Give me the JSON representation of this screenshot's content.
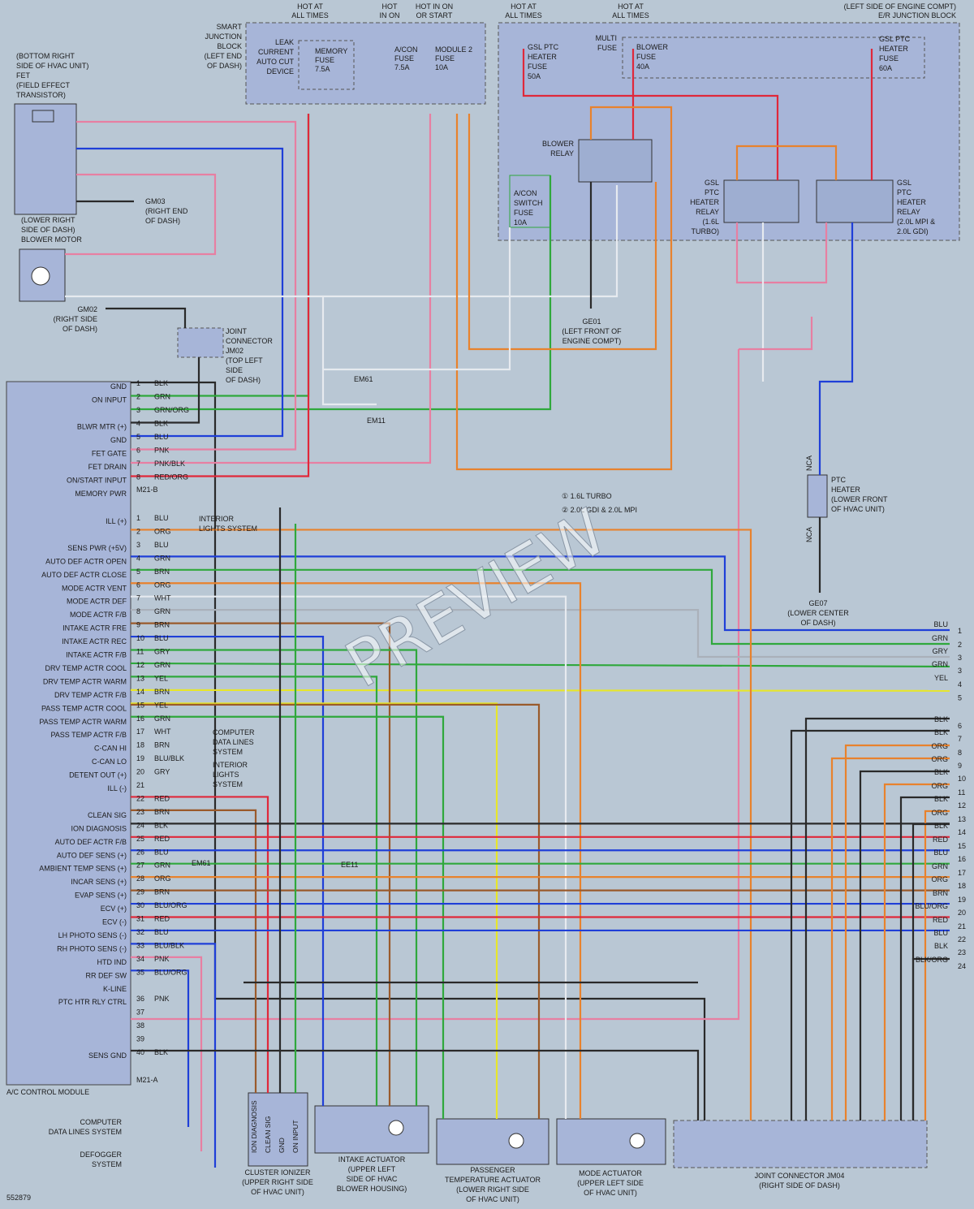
{
  "doc_id": "552879",
  "watermark": "PREVIEW",
  "colors": {
    "PNK": "#e77fa2",
    "BLU": "#1f3fd8",
    "BLK": "#2a2a2a",
    "WHT": "#e6eaef",
    "GRN": "#2fa83c",
    "ORG": "#e8822d",
    "BRN": "#9a5a2b",
    "RED": "#e0283a",
    "YEL": "#e7e62a",
    "GRY": "#aab1ba",
    "GRN/ORG": "#2fa83c",
    "RED/ORG": "#e0283a",
    "PNK/BLK": "#e77fa2",
    "BLU/BLK": "#1f3fd8",
    "BLU/ORG": "#1f3fd8",
    "BLK/ORG": "#2a2a2a",
    "BLU/OR WHT": "#1f3fd8"
  },
  "top_labels": {
    "hot_all_times_1": "HOT AT\nALL TIMES",
    "hot_in_on": "HOT\nIN ON",
    "hot_in_on_start": "HOT IN ON\nOR START",
    "hot_all_times_2": "HOT AT\nALL TIMES",
    "hot_all_times_3": "HOT AT\nALL TIMES",
    "ej_block": "(LEFT SIDE OF ENGINE COMPT)\nE/R JUNCTION BLOCK"
  },
  "smart_junction_block": {
    "title": "SMART\nJUNCTION\nBLOCK\n(LEFT END\nOF DASH)",
    "leak_current": "LEAK\nCURRENT\nAUTO CUT\nDEVICE",
    "memory_fuse": "MEMORY\nFUSE\n7.5A",
    "acon_fuse": "A/CON\nFUSE\n7.5A",
    "module2_fuse": "MODULE 2\nFUSE\n10A"
  },
  "ej_components": {
    "gsl_ptc_50": "GSL PTC\nHEATER\nFUSE\n50A",
    "multi_fuse": "MULTI\nFUSE",
    "blower_fuse": "BLOWER\nFUSE\n40A",
    "gsl_ptc_60": "GSL PTC\nHEATER\nFUSE\n60A",
    "blower_relay": "BLOWER\nRELAY",
    "acon_switch": "A/CON\nSWITCH\nFUSE\n10A",
    "ptc_relay_1": "GSL\nPTC\nHEATER\nRELAY\n(1.6L\nTURBO)",
    "ptc_relay_2": "GSL\nPTC\nHEATER\nRELAY\n(2.0L MPI &\n2.0L GDI)"
  },
  "left_components": {
    "fet": "(BOTTOM RIGHT\nSIDE OF HVAC UNIT)\nFET\n(FIELD EFFECT\nTRANSISTOR)",
    "blower_motor": "(LOWER RIGHT\nSIDE OF DASH)\nBLOWER MOTOR",
    "gm03": "GM03\n(RIGHT END\nOF DASH)",
    "gm02": "GM02\n(RIGHT SIDE\nOF DASH)",
    "jm02": "JOINT\nCONNECTOR\nJM02\n(TOP LEFT\nSIDE\nOF DASH)",
    "ge01": "GE01\n(LEFT FRONT OF\nENGINE COMPT)",
    "ge07": "GE07\n(LOWER CENTER\nOF DASH)",
    "ptc_heater": "PTC\nHEATER\n(LOWER FRONT\nOF HVAC UNIT)"
  },
  "notes": {
    "n1": "1.6L TURBO",
    "n2": "2.0L GDI & 2.0L MPI"
  },
  "module": {
    "name": "A/C CONTROL MODULE",
    "conn_b": "M21-B",
    "conn_a": "M21-A",
    "pins_b": [
      {
        "n": "1",
        "name": "GND",
        "wire": "BLK"
      },
      {
        "n": "2",
        "name": "ON INPUT",
        "wire": "GRN"
      },
      {
        "n": "3",
        "name": "",
        "wire": "GRN/ORG"
      },
      {
        "n": "4",
        "name": "BLWR MTR (+)",
        "wire": "BLK"
      },
      {
        "n": "5",
        "name": "GND",
        "wire": "BLU"
      },
      {
        "n": "6",
        "name": "FET GATE",
        "wire": "PNK"
      },
      {
        "n": "7",
        "name": "FET DRAIN",
        "wire": "PNK/BLK"
      },
      {
        "n": "8",
        "name": "ON/START INPUT",
        "wire": "RED/ORG"
      },
      {
        "n": "",
        "name": "MEMORY PWR",
        "wire": ""
      }
    ],
    "pins_a": [
      {
        "n": "1",
        "name": "ILL (+)",
        "wire": "BLU"
      },
      {
        "n": "2",
        "name": "",
        "wire": "ORG"
      },
      {
        "n": "3",
        "name": "SENS PWR (+5V)",
        "wire": "BLU"
      },
      {
        "n": "4",
        "name": "AUTO DEF ACTR OPEN",
        "wire": "GRN"
      },
      {
        "n": "5",
        "name": "AUTO DEF ACTR CLOSE",
        "wire": "BRN"
      },
      {
        "n": "6",
        "name": "MODE ACTR VENT",
        "wire": "ORG"
      },
      {
        "n": "7",
        "name": "MODE ACTR DEF",
        "wire": "WHT"
      },
      {
        "n": "8",
        "name": "MODE ACTR F/B",
        "wire": "GRN"
      },
      {
        "n": "9",
        "name": "INTAKE ACTR FRE",
        "wire": "BRN"
      },
      {
        "n": "10",
        "name": "INTAKE ACTR REC",
        "wire": "BLU"
      },
      {
        "n": "11",
        "name": "INTAKE ACTR F/B",
        "wire": "GRY"
      },
      {
        "n": "12",
        "name": "DRV TEMP ACTR COOL",
        "wire": "GRN"
      },
      {
        "n": "13",
        "name": "DRV TEMP ACTR WARM",
        "wire": "YEL"
      },
      {
        "n": "14",
        "name": "DRV TEMP ACTR F/B",
        "wire": "BRN"
      },
      {
        "n": "15",
        "name": "PASS TEMP ACTR COOL",
        "wire": "YEL"
      },
      {
        "n": "16",
        "name": "PASS TEMP ACTR WARM",
        "wire": "GRN"
      },
      {
        "n": "17",
        "name": "PASS TEMP ACTR F/B",
        "wire": "WHT"
      },
      {
        "n": "18",
        "name": "C-CAN HI",
        "wire": "BRN"
      },
      {
        "n": "19",
        "name": "C-CAN LO",
        "wire": "BLU/BLK"
      },
      {
        "n": "20",
        "name": "DETENT OUT (+)",
        "wire": "GRY"
      },
      {
        "n": "21",
        "name": "ILL (-)",
        "wire": ""
      },
      {
        "n": "22",
        "name": "",
        "wire": "RED"
      },
      {
        "n": "23",
        "name": "CLEAN SIG",
        "wire": "BRN"
      },
      {
        "n": "24",
        "name": "ION DIAGNOSIS",
        "wire": "BLK"
      },
      {
        "n": "25",
        "name": "AUTO DEF ACTR F/B",
        "wire": "RED"
      },
      {
        "n": "26",
        "name": "AUTO DEF SENS (+)",
        "wire": "BLU"
      },
      {
        "n": "27",
        "name": "AMBIENT TEMP SENS (+)",
        "wire": "GRN"
      },
      {
        "n": "28",
        "name": "INCAR SENS (+)",
        "wire": "ORG"
      },
      {
        "n": "29",
        "name": "EVAP SENS (+)",
        "wire": "BRN"
      },
      {
        "n": "30",
        "name": "ECV (+)",
        "wire": "BLU/ORG"
      },
      {
        "n": "31",
        "name": "ECV (-)",
        "wire": "RED"
      },
      {
        "n": "32",
        "name": "LH PHOTO SENS (-)",
        "wire": "BLU"
      },
      {
        "n": "33",
        "name": "RH PHOTO SENS (-)",
        "wire": "BLU/BLK"
      },
      {
        "n": "34",
        "name": "HTD IND",
        "wire": "PNK"
      },
      {
        "n": "35",
        "name": "RR DEF SW",
        "wire": "BLU/ORG"
      },
      {
        "n": "",
        "name": "K-LINE",
        "wire": ""
      },
      {
        "n": "36",
        "name": "PTC HTR RLY CTRL",
        "wire": "PNK"
      },
      {
        "n": "37",
        "name": "",
        "wire": ""
      },
      {
        "n": "38",
        "name": "",
        "wire": ""
      },
      {
        "n": "39",
        "name": "",
        "wire": ""
      },
      {
        "n": "40",
        "name": "SENS GND",
        "wire": "BLK"
      }
    ]
  },
  "right_wires": [
    {
      "n": "1",
      "wire": "BLU"
    },
    {
      "n": "2",
      "wire": "GRN"
    },
    {
      "n": "3",
      "wire": "GRY"
    },
    {
      "n": "3",
      "wire": "GRN"
    },
    {
      "n": "4",
      "wire": "YEL"
    },
    {
      "n": "5",
      "wire": ""
    },
    {
      "n": "6",
      "wire": "BLK"
    },
    {
      "n": "7",
      "wire": "BLK"
    },
    {
      "n": "8",
      "wire": "ORG"
    },
    {
      "n": "9",
      "wire": "ORG"
    },
    {
      "n": "10",
      "wire": "BLK"
    },
    {
      "n": "11",
      "wire": "ORG"
    },
    {
      "n": "12",
      "wire": "BLK"
    },
    {
      "n": "13",
      "wire": "ORG"
    },
    {
      "n": "14",
      "wire": "BLK"
    },
    {
      "n": "15",
      "wire": "RED"
    },
    {
      "n": "16",
      "wire": "BLU"
    },
    {
      "n": "17",
      "wire": "GRN"
    },
    {
      "n": "18",
      "wire": "ORG"
    },
    {
      "n": "19",
      "wire": "BRN"
    },
    {
      "n": "20",
      "wire": "BLU/ORG"
    },
    {
      "n": "21",
      "wire": "RED"
    },
    {
      "n": "22",
      "wire": "BLU"
    },
    {
      "n": "23",
      "wire": "BLK"
    },
    {
      "n": "24",
      "wire": "BLK/ORG"
    }
  ],
  "side_systems": {
    "interior_lights_1": "INTERIOR\nLIGHTS SYSTEM",
    "computer_data_1": "COMPUTER\nDATA LINES\nSYSTEM",
    "interior_lights_2": "INTERIOR\nLIGHTS\nSYSTEM",
    "computer_data_2": "COMPUTER\nDATA LINES SYSTEM",
    "defogger": "DEFOGGER\nSYSTEM"
  },
  "bottom_components": {
    "cluster_ionizer": "CLUSTER IONIZER\n(UPPER RIGHT SIDE\nOF HVAC UNIT)",
    "ionizer_pins": "ION DIAGNOSIS|CLEAN SIG|GND|ON INPUT",
    "intake_actuator": "INTAKE ACTUATOR\n(UPPER LEFT\nSIDE OF HVAC\nBLOWER HOUSING)",
    "passenger_actuator": "PASSENGER\nTEMPERATURE ACTUATOR\n(LOWER RIGHT SIDE\nOF HVAC UNIT)",
    "mode_actuator": "MODE ACTUATOR\n(UPPER LEFT SIDE\nOF HVAC UNIT)",
    "joint_connector": "JOINT CONNECTOR JM04\n(RIGHT SIDE OF DASH)"
  },
  "connectors": {
    "em61": "EM61",
    "em11": "EM11",
    "ee11": "EE11",
    "nca": "NCA"
  }
}
